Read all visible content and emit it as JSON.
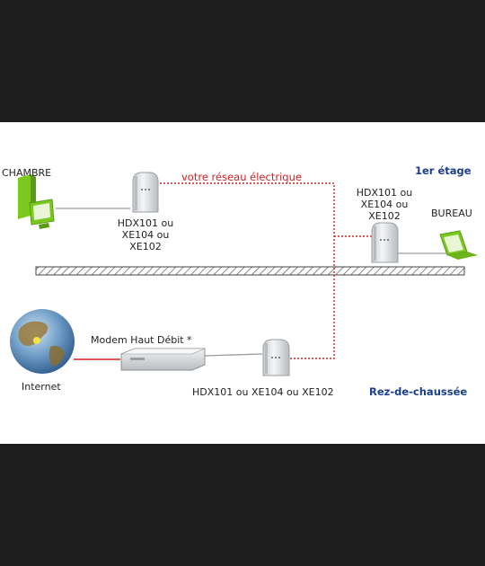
{
  "diagram": {
    "network_label": "votre réseau électrique",
    "floors": {
      "upper": "1er étage",
      "ground": "Rez-de-chaussée"
    },
    "rooms": {
      "chambre": "CHAMBRE",
      "bureau": "BUREAU"
    },
    "adapters": {
      "chambre": [
        "HDX101 ou",
        "XE104 ou",
        "XE102"
      ],
      "bureau": [
        "HDX101 ou",
        "XE104 ou",
        "XE102"
      ],
      "ground": "HDX101 ou XE104 ou XE102"
    },
    "modem_label": "Modem Haut Débit *",
    "internet_label": "Internet",
    "colors": {
      "network_line": "#d42020",
      "floor_label": "#1a3e8c",
      "device_green": "#7ac81e"
    }
  }
}
